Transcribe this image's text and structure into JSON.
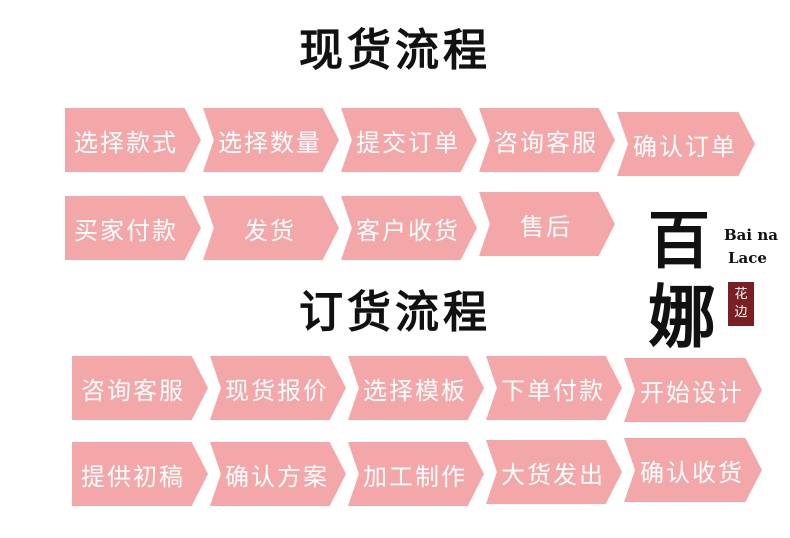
{
  "colors": {
    "step_fill": "#f4a7a9",
    "text_on_step": "#ffffff",
    "title": "#111111",
    "seal": "#7a1f24"
  },
  "stock_flow": {
    "title": "现货流程",
    "row1": [
      "选择款式",
      "选择数量",
      "提交订单",
      "咨询客服",
      "确认订单"
    ],
    "row2": [
      "买家付款",
      "发货",
      "客户收货",
      "售后"
    ]
  },
  "order_flow": {
    "title": "订货流程",
    "row1": [
      "咨询客服",
      "现货报价",
      "选择模板",
      "下单付款",
      "开始设计"
    ],
    "row2": [
      "提供初稿",
      "确认方案",
      "加工制作",
      "大货发出",
      "确认收货"
    ]
  },
  "logo": {
    "char1": "百",
    "char2": "娜",
    "en_line1": "Bai na",
    "en_line2": "Lace",
    "seal_line1": "花",
    "seal_line2": "边"
  }
}
